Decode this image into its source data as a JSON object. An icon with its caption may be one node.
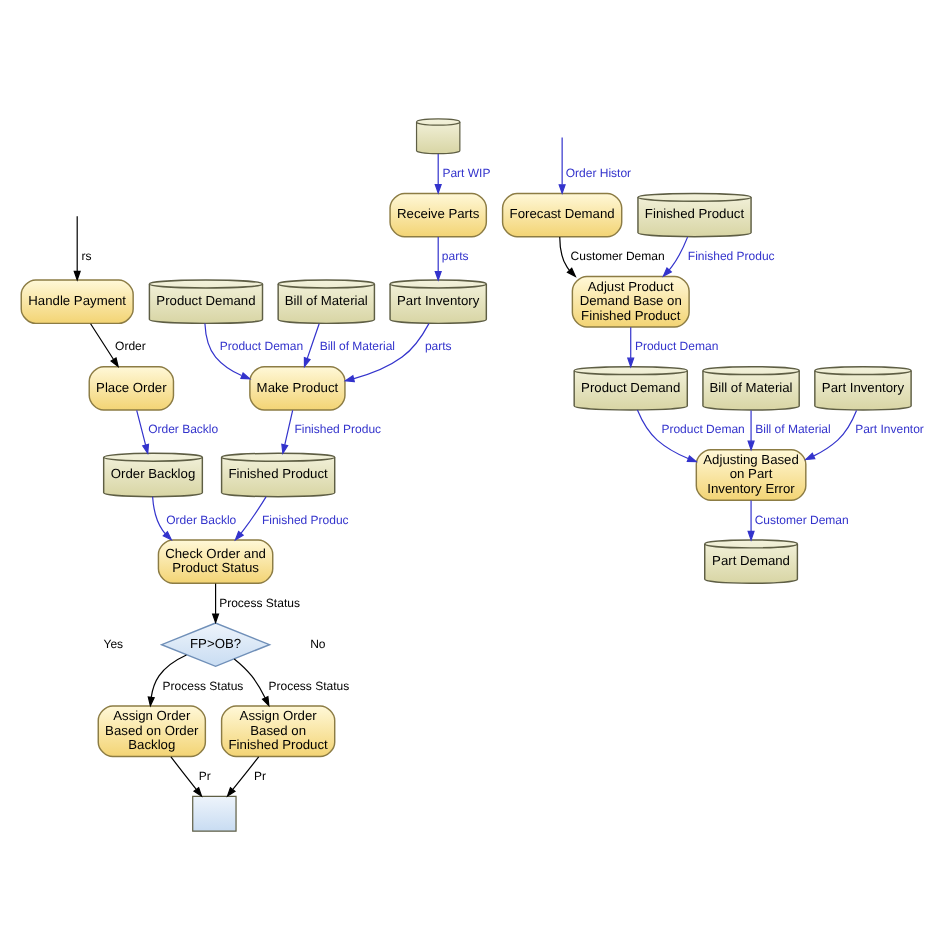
{
  "diagram": {
    "nodes": [
      {
        "text": [
          "Part Inventory"
        ]
      },
      {
        "text": [
          "Receive Parts"
        ]
      },
      {
        "text": [
          "Finished Product"
        ]
      },
      {
        "text": [
          "Make Product"
        ]
      },
      {
        "text": [
          "Product Demand"
        ]
      },
      {
        "text": [
          "Bill of Material"
        ]
      },
      {
        "text": [],
        "shape": "cylinder"
      },
      {
        "text": [
          "Assign Order Based on Order Backlog"
        ]
      },
      {
        "text": [],
        "shape": "box"
      },
      {
        "text": [
          "Check Order and Product Status"
        ]
      },
      {
        "text": [
          "FP>OB?"
        ]
      },
      {
        "text": [
          "Handle Payment"
        ]
      },
      {
        "text": [
          "Place Order"
        ]
      },
      {
        "text": [
          "Order Backlog"
        ]
      },
      {
        "text": [
          "Assign Order Based on Finished Product"
        ]
      },
      {
        "text": [
          "Bill of Material"
        ]
      },
      {
        "text": [
          "Forecast Demand"
        ]
      },
      {
        "text": [
          "Adjust Product Demand Base on Finished Product"
        ]
      },
      {
        "text": [
          "Product Demand"
        ]
      },
      {
        "text": [
          "Adjusting Based on Part Inventory Error"
        ]
      },
      {
        "text": [
          "Part Demand"
        ]
      },
      {
        "text": [
          "Finished Product"
        ]
      },
      {
        "text": [
          "Part Inventory"
        ]
      }
    ],
    "edges": [
      {
        "from": 6,
        "to": 1,
        "arrow": "to",
        "label": "Part WIP"
      },
      {
        "from": 1,
        "to": 0,
        "arrow": "to",
        "label": "parts"
      },
      {
        "from": 0,
        "to": 3,
        "arrow": "to",
        "label": "parts"
      },
      {
        "from": 4,
        "to": 3,
        "arrow": "to",
        "label": "Product Deman"
      },
      {
        "from": 5,
        "to": 3,
        "arrow": "to",
        "label": "Bill of Material"
      },
      {
        "from": 3,
        "to": 2,
        "arrow": "to",
        "label": "Finished Produc"
      },
      {
        "from": 2,
        "to": 9,
        "arrow": "to",
        "label": "Finished Produc"
      },
      {
        "from": 13,
        "to": 9,
        "arrow": "to",
        "label": "Order Backlo"
      },
      {
        "from": 9,
        "to": 10,
        "arrow": "to",
        "label": "Process Status",
        "color": "#000000"
      },
      {
        "from": 10,
        "to": 7,
        "arrow": "to",
        "label": "Process Status",
        "color": "#000000"
      },
      {
        "from": 10,
        "to": 14,
        "arrow": "to",
        "label": "Process Status",
        "color": "#000000"
      },
      {
        "from": 7,
        "to": 8,
        "arrow": "to",
        "label": "Pr",
        "color": "#000000"
      },
      {
        "from": 14,
        "to": 8,
        "arrow": "to",
        "label": "Pr",
        "color": "#000000"
      },
      {
        "from": null,
        "to": 11,
        "arrow": "to",
        "label": "rs",
        "color": "#000000"
      },
      {
        "from": 11,
        "to": 12,
        "arrow": "to",
        "label": "Order",
        "color": "#000000"
      },
      {
        "from": 12,
        "to": 13,
        "arrow": "to",
        "label": "Order Backlo"
      },
      {
        "from": null,
        "to": 16,
        "arrow": "to",
        "label": "Order Histor"
      },
      {
        "from": 16,
        "to": 17,
        "arrow": "to",
        "label": "Customer Deman",
        "color": "#000000"
      },
      {
        "from": 21,
        "to": 17,
        "arrow": "to",
        "label": "Finished Produc"
      },
      {
        "from": 17,
        "to": 18,
        "arrow": "to",
        "label": "Product Deman"
      },
      {
        "from": 15,
        "to": 19,
        "arrow": "to",
        "label": "Bill of Material"
      },
      {
        "from": 18,
        "to": 19,
        "arrow": "to",
        "label": "Product Deman"
      },
      {
        "from": 22,
        "to": 19,
        "arrow": "to",
        "label": "Part Inventor"
      },
      {
        "from": 19,
        "to": 20,
        "arrow": "to",
        "label": "Customer Deman"
      }
    ],
    "labels": [
      "Yes",
      "No"
    ]
  }
}
